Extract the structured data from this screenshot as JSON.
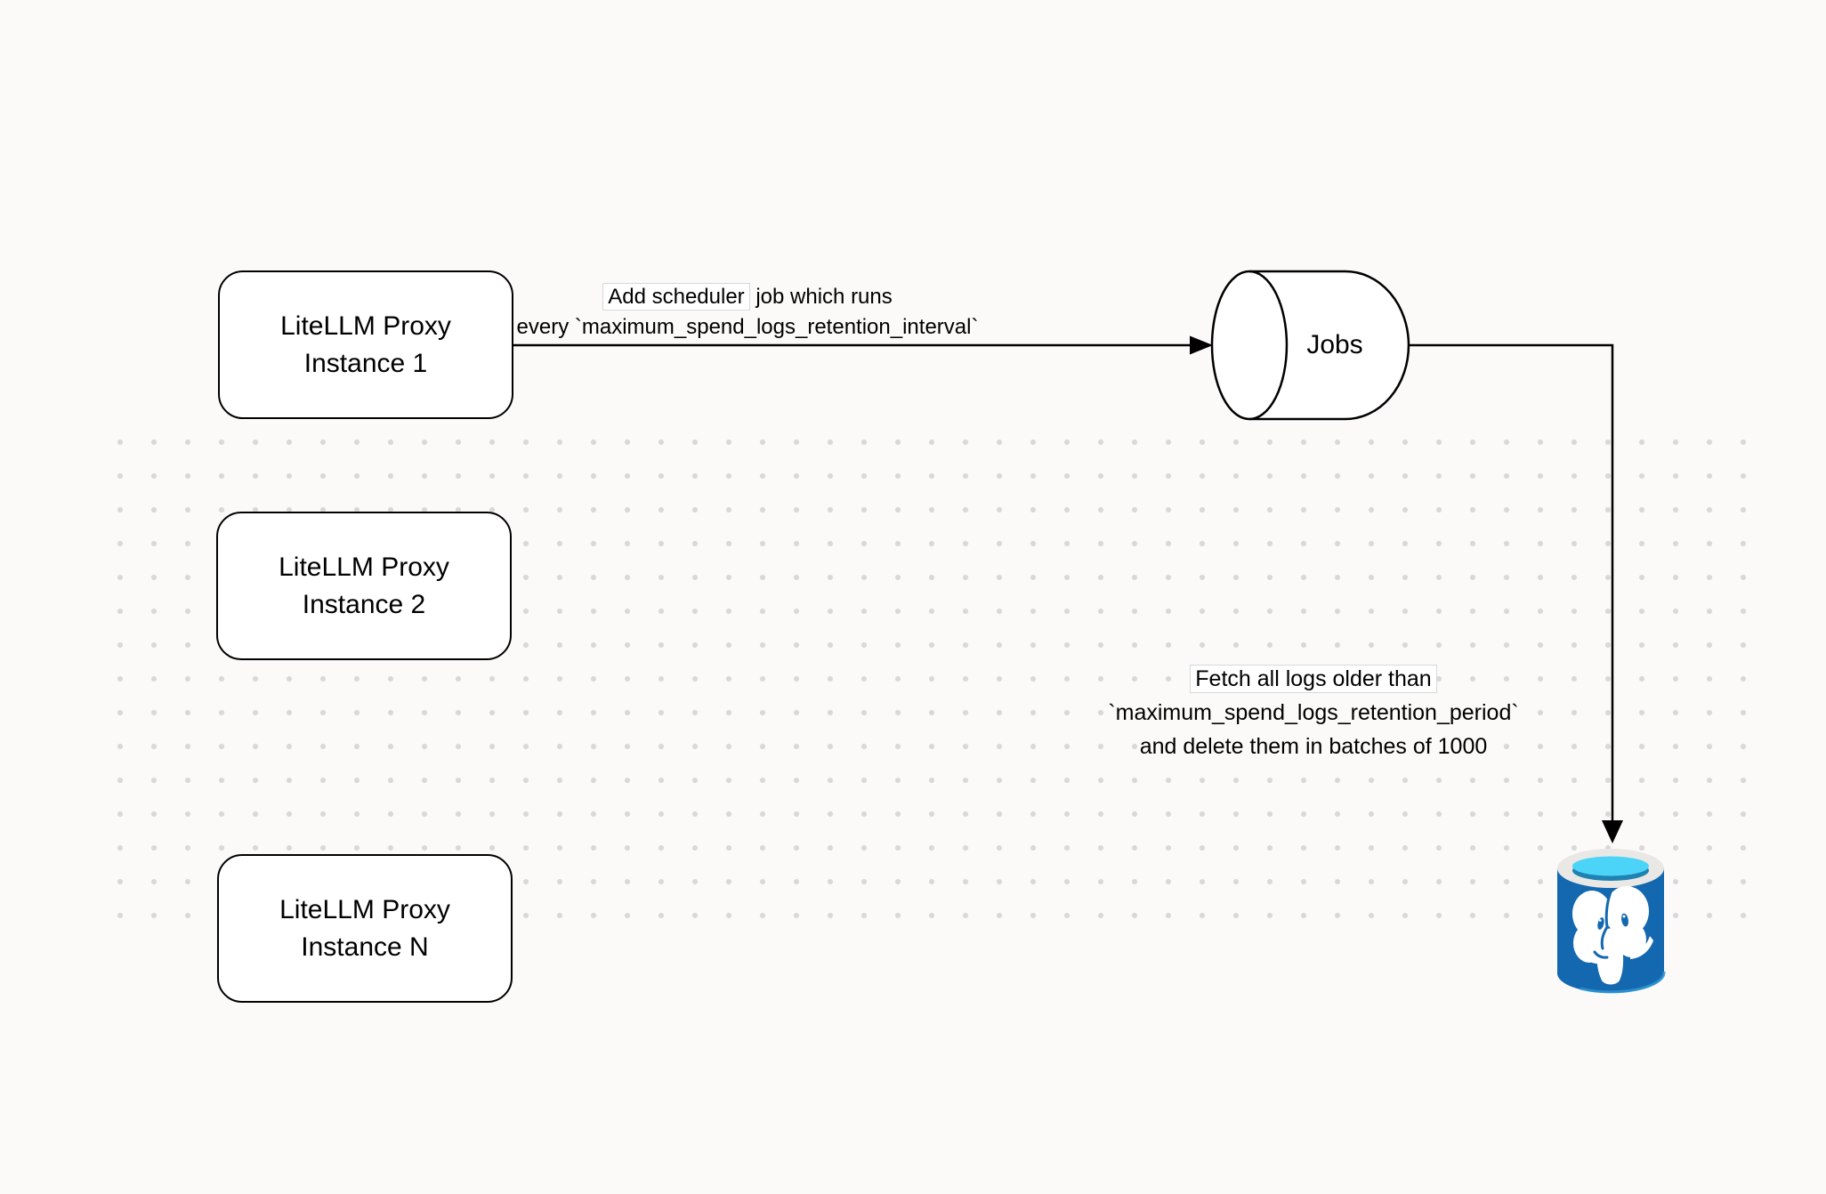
{
  "canvas": {
    "background_color": "#FBFAF8",
    "dot_color": "#D8D8D8",
    "stroke_color": "#000000"
  },
  "nodes": {
    "instance1": {
      "line1": "LiteLLM Proxy",
      "line2": "Instance 1"
    },
    "instance2": {
      "line1": "LiteLLM Proxy",
      "line2": "Instance 2"
    },
    "instanceN": {
      "line1": "LiteLLM Proxy",
      "line2": "Instance N"
    },
    "jobs": {
      "label": "Jobs"
    },
    "postgres": {
      "icon": "postgresql-database-icon",
      "body_color": "#1368B0",
      "rim_color": "#E9E8E5",
      "water_color": "#4BD4F7",
      "water_shadow_color": "#1F82B2"
    }
  },
  "edges": {
    "add_job": {
      "line1_boxed": "Add scheduler",
      "line1_rest": " job which runs",
      "line2": "every `maximum_spend_logs_retention_interval`"
    },
    "fetch_logs": {
      "line1_boxed": "Fetch all logs older than",
      "line2": "`maximum_spend_logs_retention_period`",
      "line3": "and delete them in batches of 1000"
    }
  }
}
